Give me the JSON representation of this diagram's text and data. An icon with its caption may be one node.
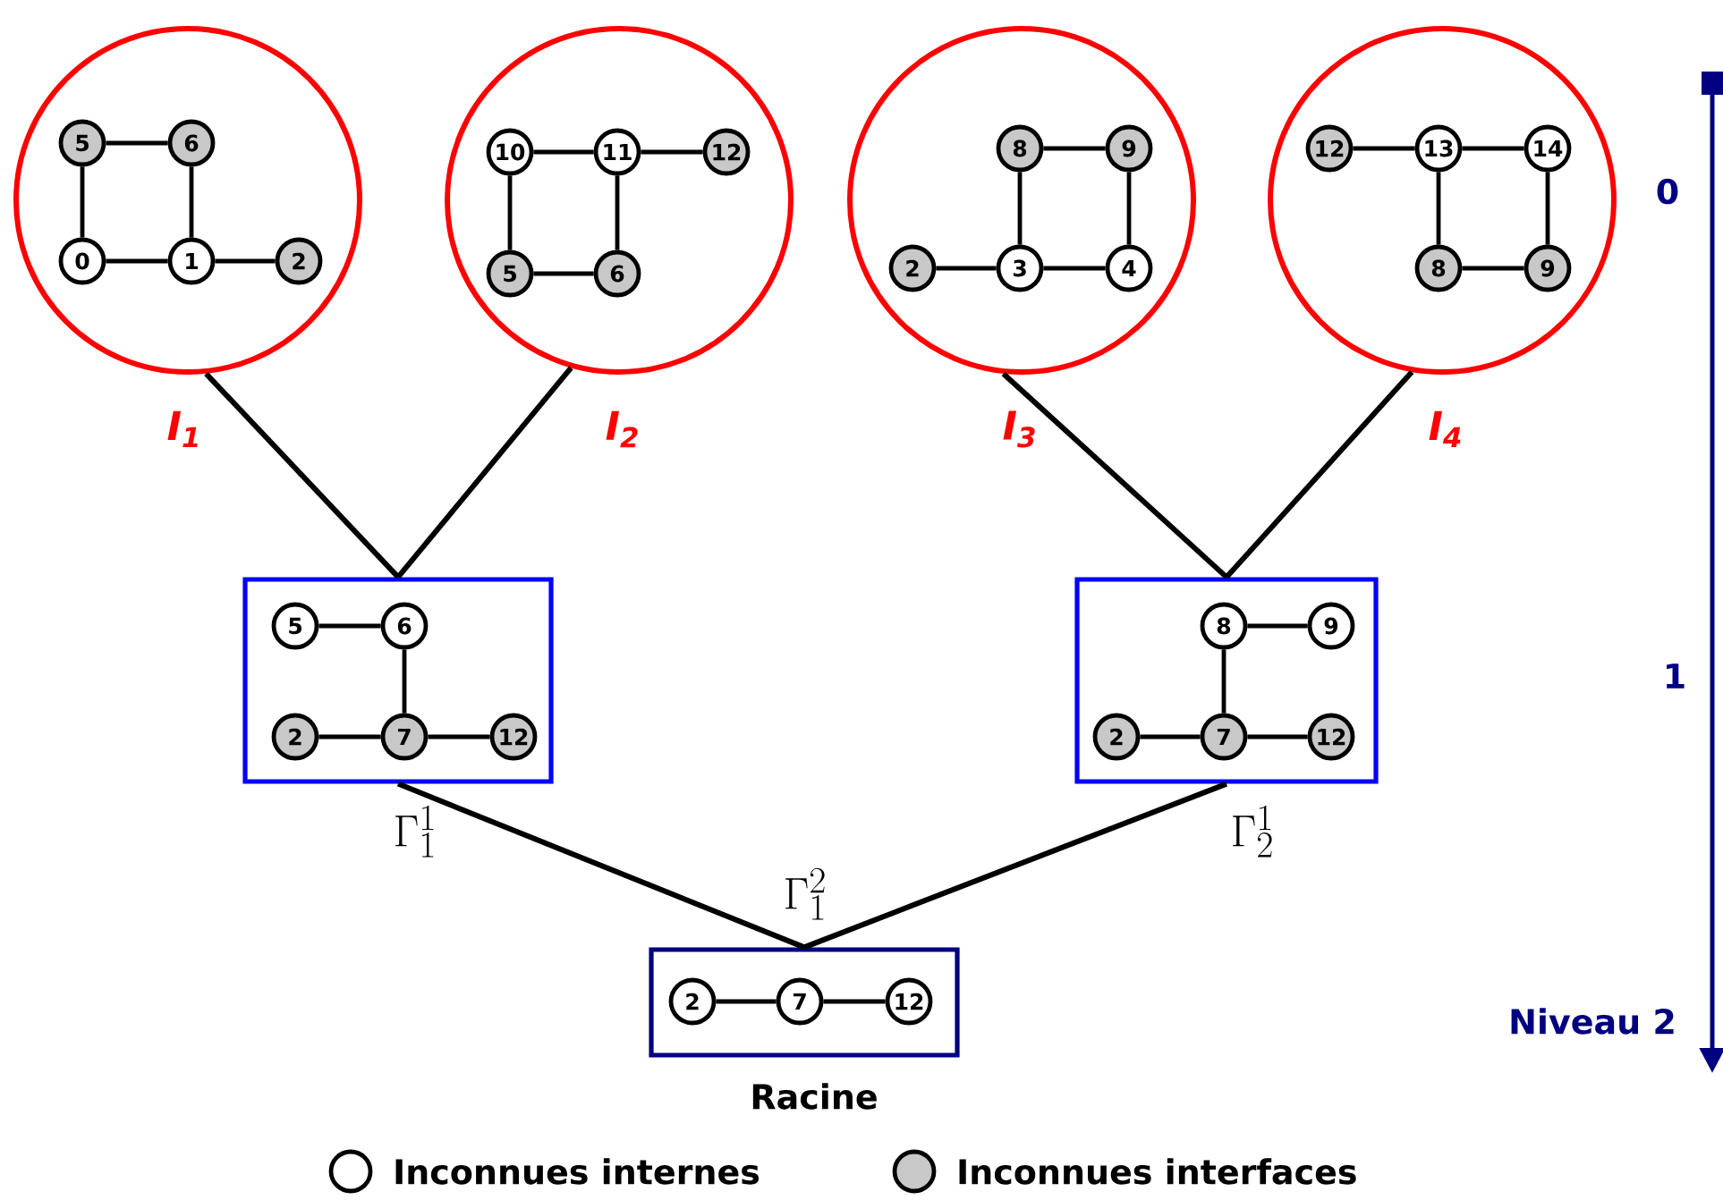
{
  "diagram": {
    "nodes": [
      {
        "text": [],
        "shape": "circle",
        "beside": [
          "I$_{1}$"
        ]
      },
      {
        "text": [
          "5"
        ],
        "in": 0
      },
      {
        "text": [
          "6"
        ],
        "in": 0
      },
      {
        "text": [
          "0"
        ],
        "in": 0
      },
      {
        "text": [
          "1"
        ],
        "in": 0
      },
      {
        "text": [
          "2"
        ],
        "in": 0
      },
      {
        "text": [],
        "shape": "circle",
        "beside": [
          "I$_{2}$"
        ]
      },
      {
        "text": [
          "10"
        ],
        "in": 6
      },
      {
        "text": [
          "11"
        ],
        "in": 6
      },
      {
        "text": [
          "12"
        ],
        "in": 6
      },
      {
        "text": [
          "5"
        ],
        "in": 6
      },
      {
        "text": [
          "6"
        ],
        "in": 6
      },
      {
        "text": [],
        "shape": "circle",
        "beside": [
          "I$_{3}$"
        ]
      },
      {
        "text": [
          "8"
        ],
        "in": 12
      },
      {
        "text": [
          "9"
        ],
        "in": 12
      },
      {
        "text": [
          "2"
        ],
        "in": 12
      },
      {
        "text": [
          "3"
        ],
        "in": 12
      },
      {
        "text": [
          "4"
        ],
        "in": 12
      },
      {
        "text": [],
        "shape": "circle",
        "beside": [
          "I$_{4}$"
        ]
      },
      {
        "text": [
          "12"
        ],
        "in": 18
      },
      {
        "text": [
          "13"
        ],
        "in": 18
      },
      {
        "text": [
          "14"
        ],
        "in": 18
      },
      {
        "text": [
          "8"
        ],
        "in": 18
      },
      {
        "text": [
          "9"
        ],
        "in": 18
      },
      {
        "text": [],
        "shape": "box",
        "beside": [
          "\\Gamma_1^1"
        ]
      },
      {
        "text": [
          "5"
        ],
        "in": 24
      },
      {
        "text": [
          "6"
        ],
        "in": 24
      },
      {
        "text": [
          "2"
        ],
        "in": 24
      },
      {
        "text": [
          "7"
        ],
        "in": 24
      },
      {
        "text": [
          "12"
        ],
        "in": 24
      },
      {
        "text": [],
        "shape": "box",
        "beside": [
          "\\Gamma_2^1"
        ]
      },
      {
        "text": [
          "8"
        ],
        "in": 30
      },
      {
        "text": [
          "9"
        ],
        "in": 30
      },
      {
        "text": [
          "2"
        ],
        "in": 30
      },
      {
        "text": [
          "7"
        ],
        "in": 30
      },
      {
        "text": [
          "12"
        ],
        "in": 30
      },
      {
        "text": [],
        "shape": "box",
        "beside": [
          "\\Gamma_1^2",
          "Racine"
        ]
      },
      {
        "text": [
          "2"
        ],
        "in": 36
      },
      {
        "text": [
          "7"
        ],
        "in": 36
      },
      {
        "text": [
          "12"
        ],
        "in": 36
      }
    ],
    "edges": [
      {
        "from": 0,
        "to": 24,
        "arrow": "none"
      },
      {
        "from": 6,
        "to": 24,
        "arrow": "none"
      },
      {
        "from": 12,
        "to": 30,
        "arrow": "none"
      },
      {
        "from": 18,
        "to": 30,
        "arrow": "none"
      },
      {
        "from": 24,
        "to": 36,
        "arrow": "none"
      },
      {
        "from": 30,
        "to": 36,
        "arrow": "none"
      },
      {
        "from": 1,
        "to": 2,
        "arrow": "none"
      },
      {
        "from": 1,
        "to": 3,
        "arrow": "none"
      },
      {
        "from": 2,
        "to": 4,
        "arrow": "none"
      },
      {
        "from": 3,
        "to": 4,
        "arrow": "none"
      },
      {
        "from": 4,
        "to": 5,
        "arrow": "none"
      },
      {
        "from": 7,
        "to": 8,
        "arrow": "none"
      },
      {
        "from": 8,
        "to": 9,
        "arrow": "none"
      },
      {
        "from": 7,
        "to": 10,
        "arrow": "none"
      },
      {
        "from": 8,
        "to": 11,
        "arrow": "none"
      },
      {
        "from": 10,
        "to": 11,
        "arrow": "none"
      },
      {
        "from": 13,
        "to": 14,
        "arrow": "none"
      },
      {
        "from": 13,
        "to": 16,
        "arrow": "none"
      },
      {
        "from": 14,
        "to": 17,
        "arrow": "none"
      },
      {
        "from": 15,
        "to": 16,
        "arrow": "none"
      },
      {
        "from": 16,
        "to": 17,
        "arrow": "none"
      },
      {
        "from": 19,
        "to": 20,
        "arrow": "none"
      },
      {
        "from": 20,
        "to": 21,
        "arrow": "none"
      },
      {
        "from": 20,
        "to": 22,
        "arrow": "none"
      },
      {
        "from": 21,
        "to": 23,
        "arrow": "none"
      },
      {
        "from": 22,
        "to": 23,
        "arrow": "none"
      },
      {
        "from": 25,
        "to": 26,
        "arrow": "none"
      },
      {
        "from": 26,
        "to": 28,
        "arrow": "none"
      },
      {
        "from": 27,
        "to": 28,
        "arrow": "none"
      },
      {
        "from": 28,
        "to": 29,
        "arrow": "none"
      },
      {
        "from": 31,
        "to": 32,
        "arrow": "none"
      },
      {
        "from": 31,
        "to": 34,
        "arrow": "none"
      },
      {
        "from": 33,
        "to": 34,
        "arrow": "none"
      },
      {
        "from": 34,
        "to": 35,
        "arrow": "none"
      },
      {
        "from": 37,
        "to": 38,
        "arrow": "none"
      },
      {
        "from": 38,
        "to": 39,
        "arrow": "none"
      }
    ],
    "labels": [
      "0",
      "1",
      "Niveau 2"
    ],
    "legend": [
      {
        "text": "Inconnues internes"
      },
      {
        "text": "Inconnues interfaces",
        "color": "#c8c8c8"
      }
    ]
  }
}
